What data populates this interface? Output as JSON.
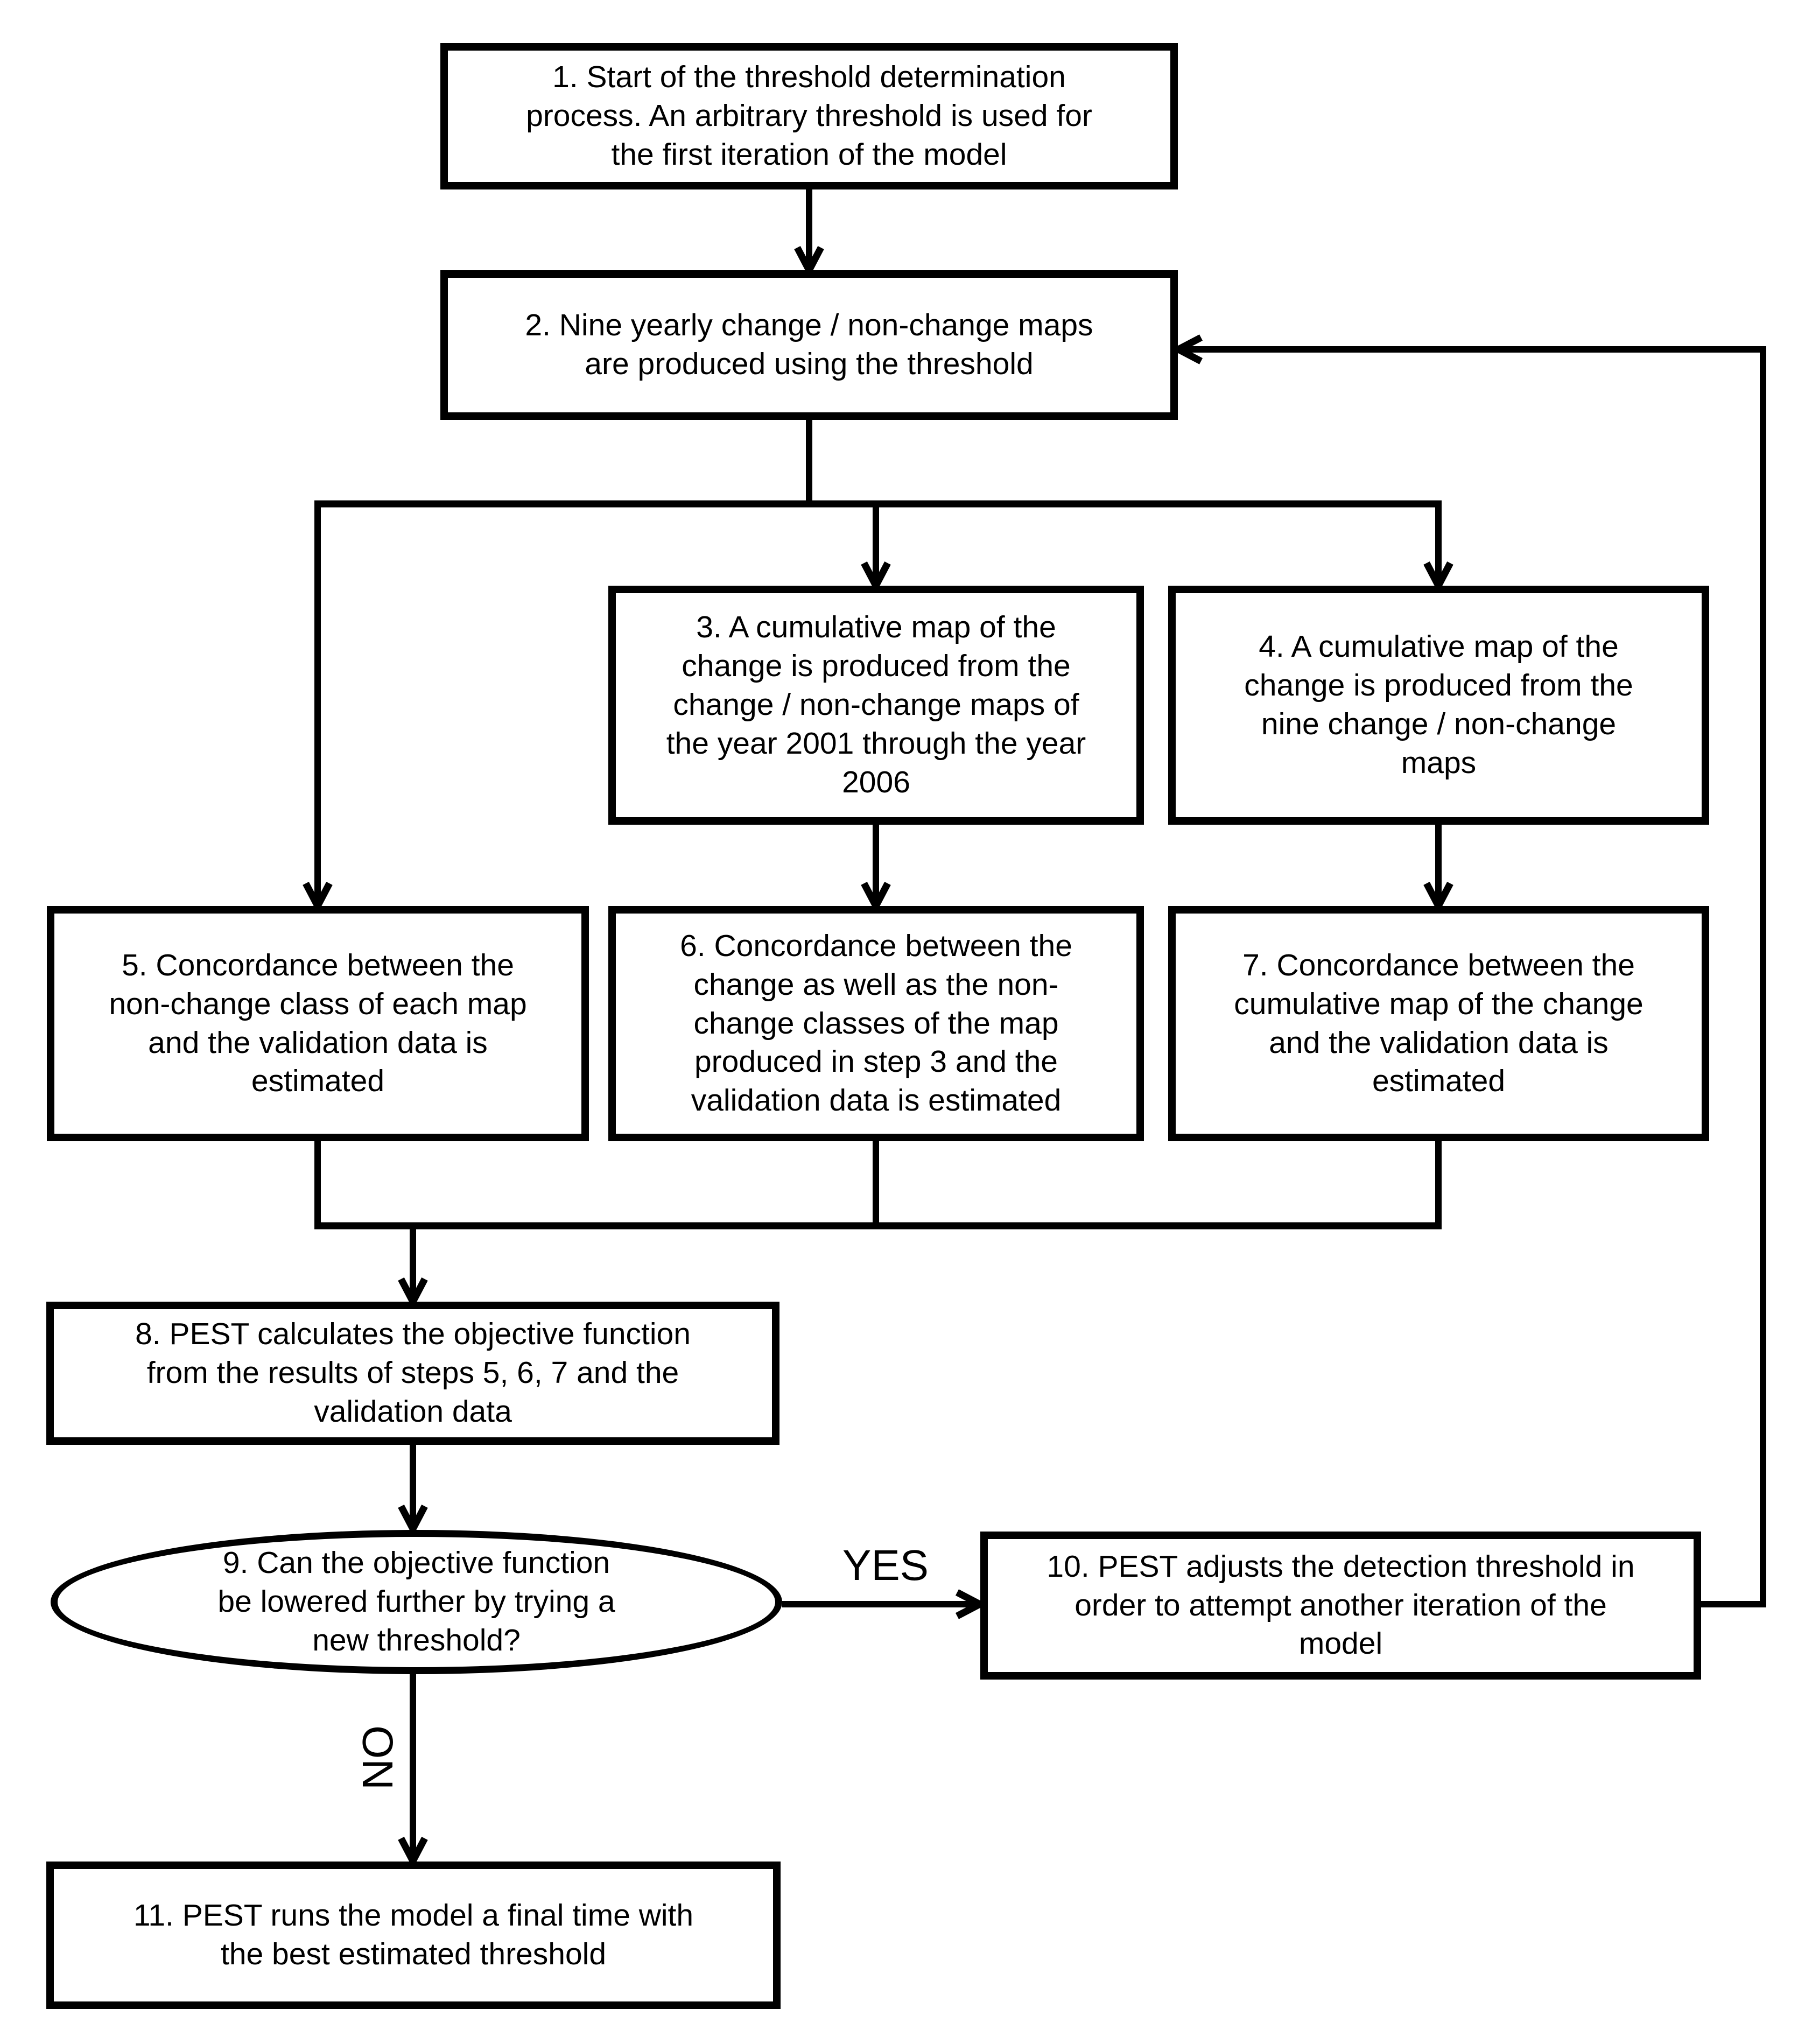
{
  "title": "Threshold determination process flowchart",
  "colors": {
    "ink": "#000000",
    "background": "#ffffff"
  },
  "steps": [
    {
      "id": 1,
      "shape": "rectangle",
      "text": "1. Start of the threshold determination\nprocess. An arbitrary threshold is used for\nthe first iteration of the model"
    },
    {
      "id": 2,
      "shape": "rectangle",
      "text": "2. Nine yearly change / non-change maps\nare produced using the threshold"
    },
    {
      "id": 3,
      "shape": "rectangle",
      "text": "3. A cumulative map of the\nchange is produced from the\nchange / non-change maps of\nthe year 2001 through the year\n2006"
    },
    {
      "id": 4,
      "shape": "rectangle",
      "text": "4. A cumulative map of the\nchange is produced from the\nnine change / non-change\nmaps"
    },
    {
      "id": 5,
      "shape": "rectangle",
      "text": "5. Concordance between the\nnon-change class of each map\nand the validation data is\nestimated"
    },
    {
      "id": 6,
      "shape": "rectangle",
      "text": "6. Concordance between the\nchange as well as the non-\nchange classes of the map\nproduced in step 3 and the\nvalidation data is estimated"
    },
    {
      "id": 7,
      "shape": "rectangle",
      "text": "7. Concordance between the\ncumulative map of the change\nand the validation data is\nestimated"
    },
    {
      "id": 8,
      "shape": "rectangle",
      "text": "8. PEST calculates the objective function\nfrom the results of steps 5, 6, 7 and the\nvalidation data"
    },
    {
      "id": 9,
      "shape": "ellipse",
      "text": "9. Can the objective function\nbe lowered further by trying a\nnew threshold?"
    },
    {
      "id": 10,
      "shape": "rectangle",
      "text": "10. PEST adjusts the detection threshold in\norder to attempt another iteration of the\nmodel"
    },
    {
      "id": 11,
      "shape": "rectangle",
      "text": "11. PEST runs the model a final time with\nthe best estimated threshold"
    }
  ],
  "labels": {
    "yes": "YES",
    "no": "NO"
  },
  "edges": [
    {
      "from": 1,
      "to": 2,
      "label": ""
    },
    {
      "from": 2,
      "to": 3,
      "label": ""
    },
    {
      "from": 2,
      "to": 4,
      "label": ""
    },
    {
      "from": 2,
      "to": 5,
      "label": ""
    },
    {
      "from": 3,
      "to": 6,
      "label": ""
    },
    {
      "from": 4,
      "to": 7,
      "label": ""
    },
    {
      "from": 5,
      "to": 8,
      "label": ""
    },
    {
      "from": 6,
      "to": 8,
      "label": ""
    },
    {
      "from": 7,
      "to": 8,
      "label": ""
    },
    {
      "from": 8,
      "to": 9,
      "label": ""
    },
    {
      "from": 9,
      "to": 10,
      "label": "YES"
    },
    {
      "from": 9,
      "to": 11,
      "label": "NO"
    },
    {
      "from": 10,
      "to": 2,
      "label": ""
    }
  ]
}
